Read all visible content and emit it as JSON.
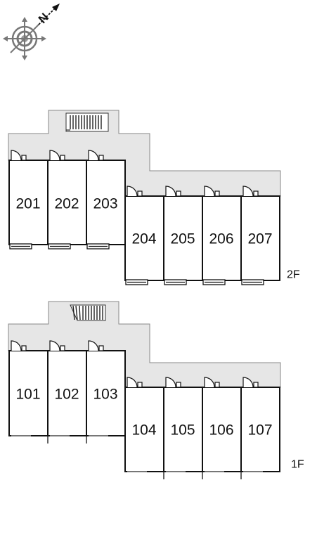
{
  "compass": {
    "north_label": "N",
    "icon": "compass-rose-icon"
  },
  "colors": {
    "corridor": "#e6e6e6",
    "wall": "#111111",
    "background": "#ffffff"
  },
  "floors": [
    {
      "label": "2F",
      "rooms": [
        "201",
        "202",
        "203",
        "204",
        "205",
        "206",
        "207"
      ]
    },
    {
      "label": "1F",
      "rooms": [
        "101",
        "102",
        "103",
        "104",
        "105",
        "106",
        "107"
      ]
    }
  ]
}
